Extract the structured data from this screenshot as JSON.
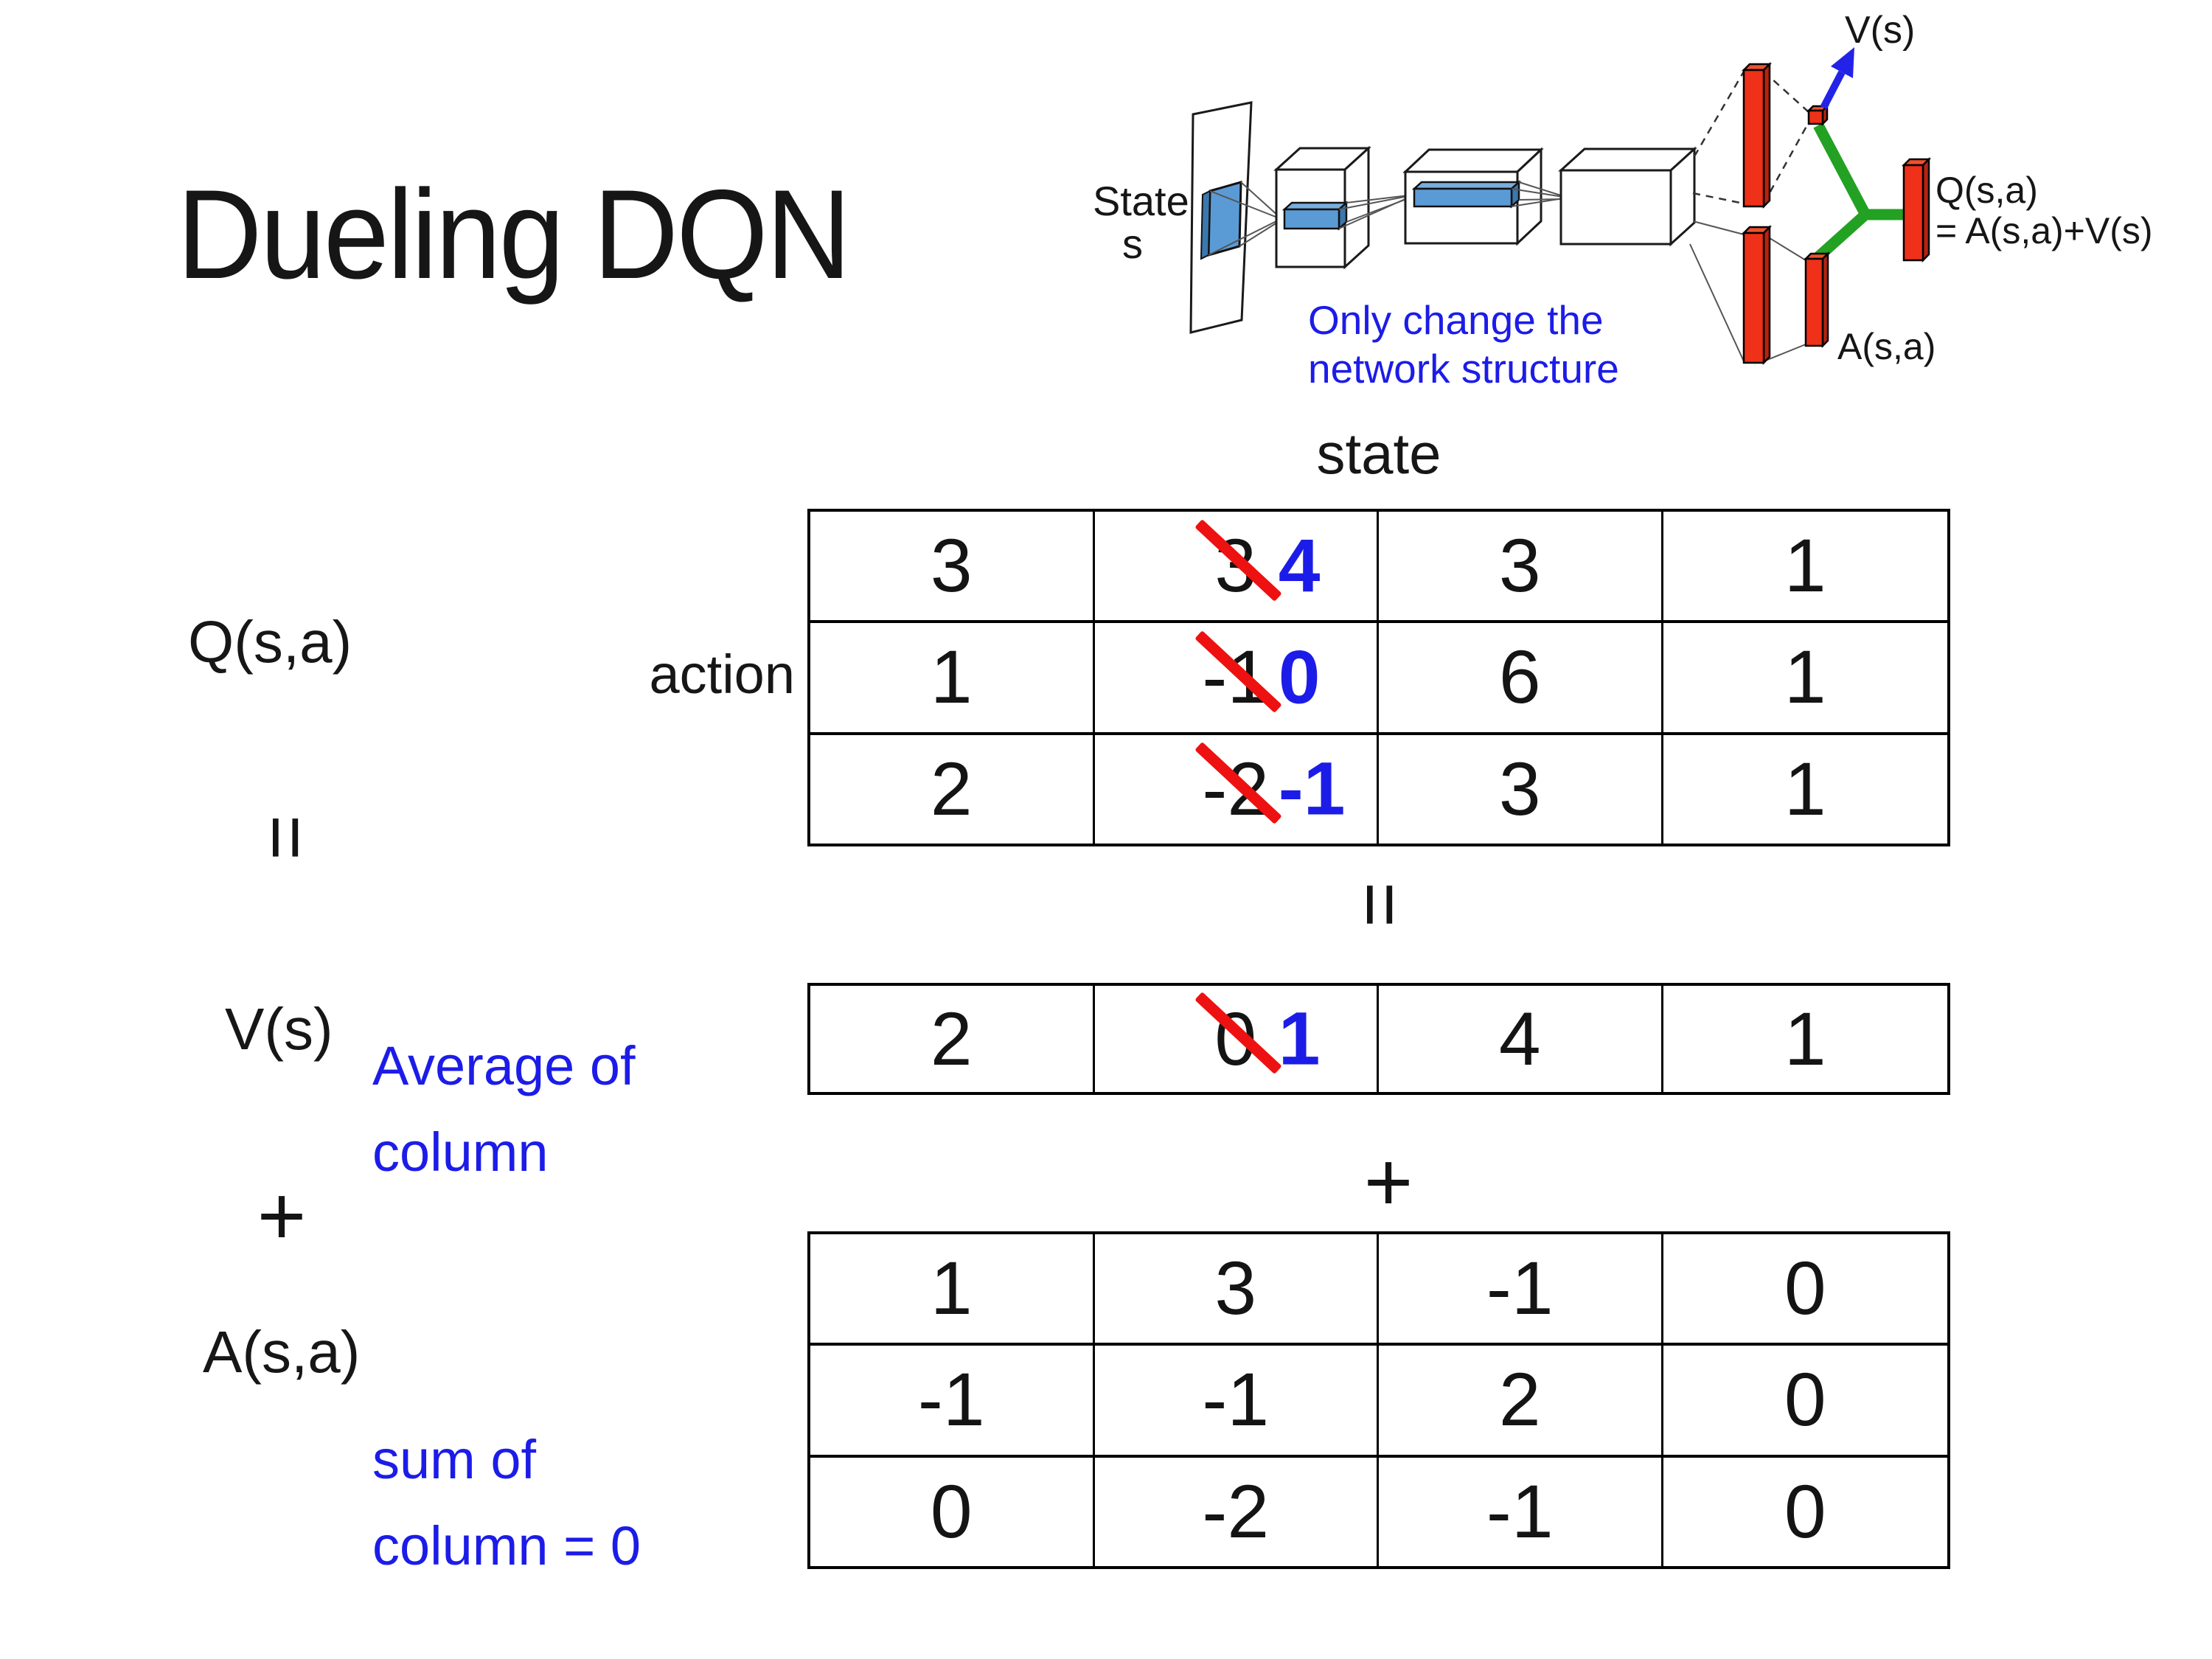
{
  "slide": {
    "title": "Dueling DQN"
  },
  "colors": {
    "accent_blue": "#1c1ce8",
    "strike_red": "#ee1111",
    "bar_red": "#ee3118",
    "layer_blue": "#5b9bd5",
    "link_green": "#23a123"
  },
  "diagram": {
    "state_label_line1": "State",
    "state_label_line2": "s",
    "v_output_label": "V(s)",
    "q_output_label_line1": "Q(s,a)",
    "q_output_label_line2": "= A(s,a)+V(s)",
    "a_output_label": "A(s,a)",
    "note_line1": "Only change the",
    "note_line2": "network structure"
  },
  "matrix_section": {
    "state_header": "state",
    "action_label": "action",
    "q_label": "Q(s,a)",
    "v_label": "V(s)",
    "a_label": "A(s,a)",
    "equals_left": "=",
    "equals_center": "=",
    "plus_left": "+",
    "plus_center": "+",
    "avg_note_line1": "Average of",
    "avg_note_line2": "column",
    "sum_note_line1": "sum of",
    "sum_note_line2": "column = 0",
    "q_table": {
      "rows": [
        [
          {
            "v": "3"
          },
          {
            "old": "3",
            "new": "4"
          },
          {
            "v": "3"
          },
          {
            "v": "1"
          }
        ],
        [
          {
            "v": "1"
          },
          {
            "old": "-1",
            "new": "0"
          },
          {
            "v": "6"
          },
          {
            "v": "1"
          }
        ],
        [
          {
            "v": "2"
          },
          {
            "old": "-2",
            "new": "-1"
          },
          {
            "v": "3"
          },
          {
            "v": "1"
          }
        ]
      ]
    },
    "v_table": {
      "rows": [
        [
          {
            "v": "2"
          },
          {
            "old": "0",
            "new": "1"
          },
          {
            "v": "4"
          },
          {
            "v": "1"
          }
        ]
      ]
    },
    "a_table": {
      "rows": [
        [
          {
            "v": "1"
          },
          {
            "v": "3"
          },
          {
            "v": "-1"
          },
          {
            "v": "0"
          }
        ],
        [
          {
            "v": "-1"
          },
          {
            "v": "-1"
          },
          {
            "v": "2"
          },
          {
            "v": "0"
          }
        ],
        [
          {
            "v": "0"
          },
          {
            "v": "-2"
          },
          {
            "v": "-1"
          },
          {
            "v": "0"
          }
        ]
      ]
    }
  }
}
